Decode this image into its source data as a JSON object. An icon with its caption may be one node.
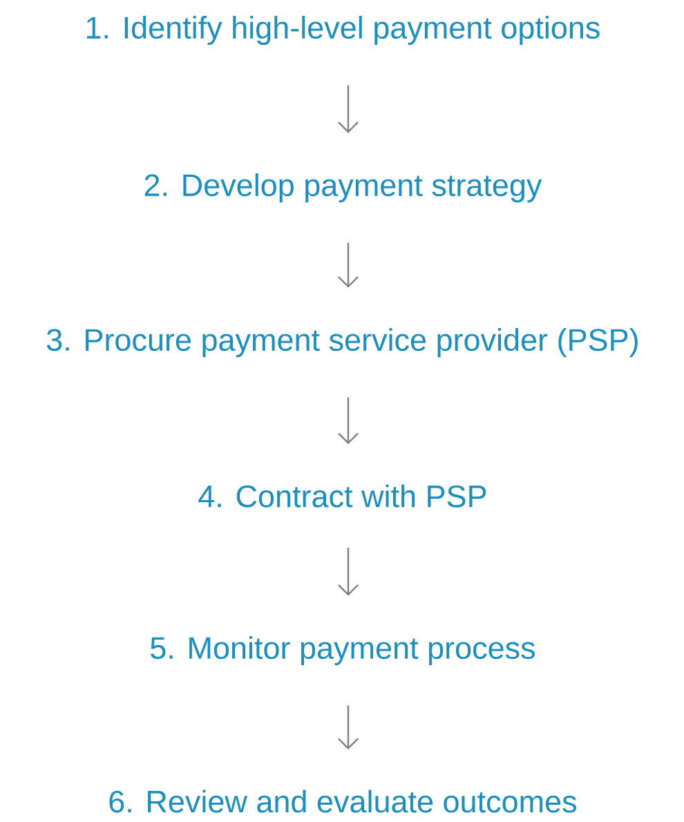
{
  "diagram": {
    "nodes": [
      {
        "text": [
          "1. Identify high-level payment options"
        ]
      },
      {
        "text": [
          "2. Develop payment strategy"
        ]
      },
      {
        "text": [
          "3. Procure payment service provider (PSP)"
        ]
      },
      {
        "text": [
          "4. Contract with PSP"
        ]
      },
      {
        "text": [
          "5. Monitor payment process"
        ]
      },
      {
        "text": [
          "6. Review and evaluate outcomes"
        ]
      }
    ],
    "edges": [
      {
        "from": 0,
        "to": 1,
        "arrow": "to"
      },
      {
        "from": 1,
        "to": 2,
        "arrow": "to"
      },
      {
        "from": 2,
        "to": 3,
        "arrow": "to"
      },
      {
        "from": 3,
        "to": 4,
        "arrow": "to"
      },
      {
        "from": 4,
        "to": 5,
        "arrow": "to"
      }
    ]
  }
}
